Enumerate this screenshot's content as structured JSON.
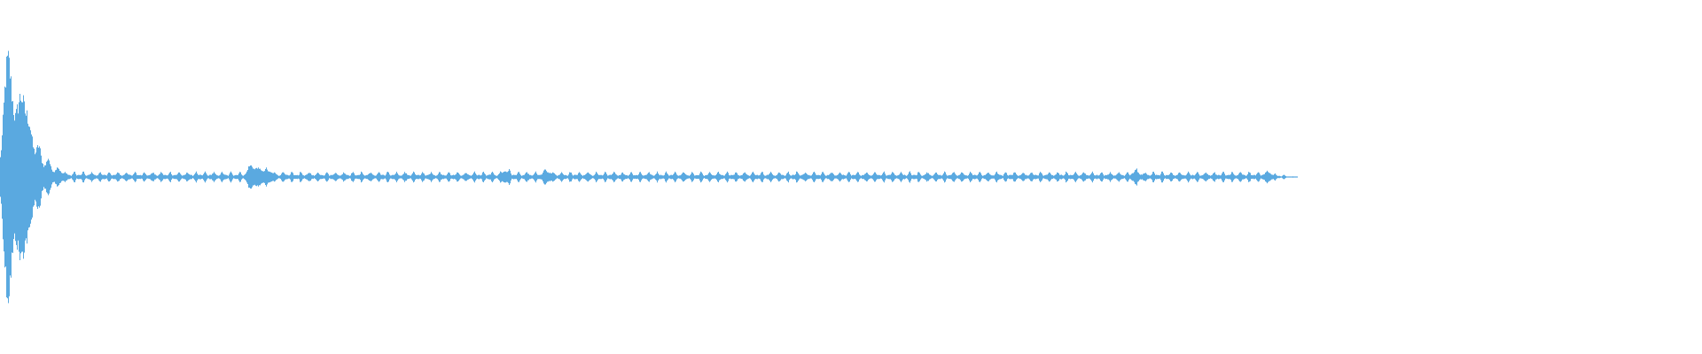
{
  "waveform": {
    "color": "#5aa9e0",
    "visible_extent": 0.762,
    "peak_amplitude": 0.73,
    "bursts": [
      {
        "position": 0.0045,
        "amplitude": 1.0
      },
      {
        "position": 0.0115,
        "amplitude": 0.62
      },
      {
        "position": 0.0165,
        "amplitude": 0.42
      },
      {
        "position": 0.0225,
        "amplitude": 0.22
      },
      {
        "position": 0.028,
        "amplitude": 0.12
      },
      {
        "position": 0.034,
        "amplitude": 0.05
      },
      {
        "position": 0.1475,
        "amplitude": 0.08
      },
      {
        "position": 0.1525,
        "amplitude": 0.05
      },
      {
        "position": 0.1575,
        "amplitude": 0.035
      },
      {
        "position": 0.297,
        "amplitude": 0.035
      },
      {
        "position": 0.321,
        "amplitude": 0.03
      },
      {
        "position": 0.667,
        "amplitude": 0.03
      },
      {
        "position": 0.745,
        "amplitude": 0.03
      }
    ],
    "baseline_ripple": 0.018
  }
}
